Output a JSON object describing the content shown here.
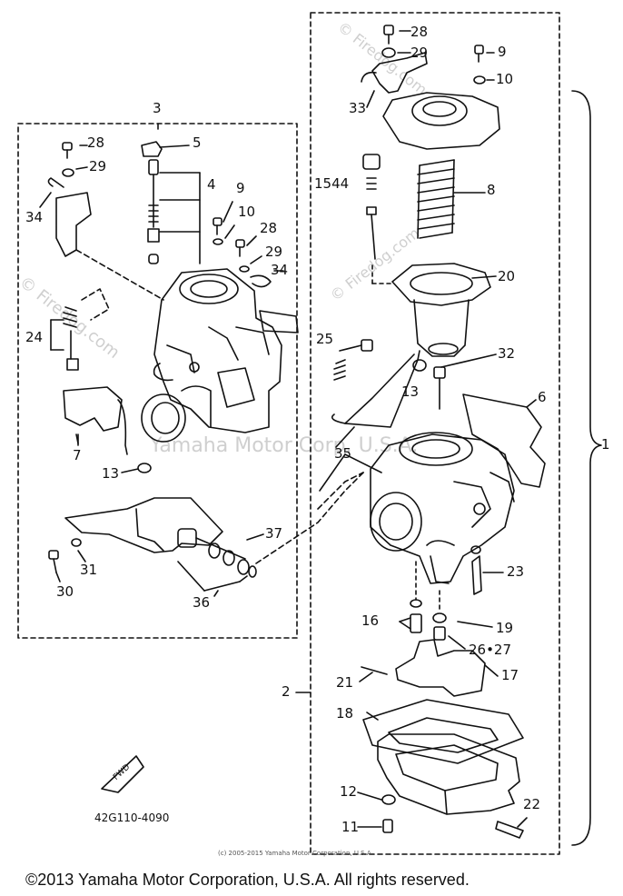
{
  "diagram": {
    "callouts": {
      "c28a": "28",
      "c29a": "29",
      "c9a": "9",
      "c10a": "10",
      "c33": "33",
      "c1544": "1544",
      "c8": "8",
      "c20": "20",
      "c25": "25",
      "c32": "32",
      "c13a": "13",
      "c6": "6",
      "c35": "35",
      "c1": "1",
      "c3": "3",
      "c28b": "28",
      "c5": "5",
      "c29b": "29",
      "c4": "4",
      "c34a": "34",
      "c9b": "9",
      "c10b": "10",
      "c28c": "28",
      "c29c": "29",
      "c34b": "34",
      "c24": "24",
      "c7": "7",
      "c13b": "13",
      "c37": "37",
      "c31": "31",
      "c30": "30",
      "c36": "36",
      "c23": "23",
      "c16": "16",
      "c19": "19",
      "c2627": "26•27",
      "c21": "21",
      "c17": "17",
      "c2": "2",
      "c18": "18",
      "c12": "12",
      "c22": "22",
      "c11": "11"
    },
    "fwd_label": "FWD",
    "part_code": "42G110-4090",
    "small_copyright": "(c) 2005-2015 Yamaha Motor Corporation, U.S.A.",
    "footer": "©2013 Yamaha Motor Corporation, U.S.A. All rights reserved.",
    "watermark_text": "© Firedog.com",
    "watermark_center": "Yamaha Motor Corp. U.S.A."
  }
}
